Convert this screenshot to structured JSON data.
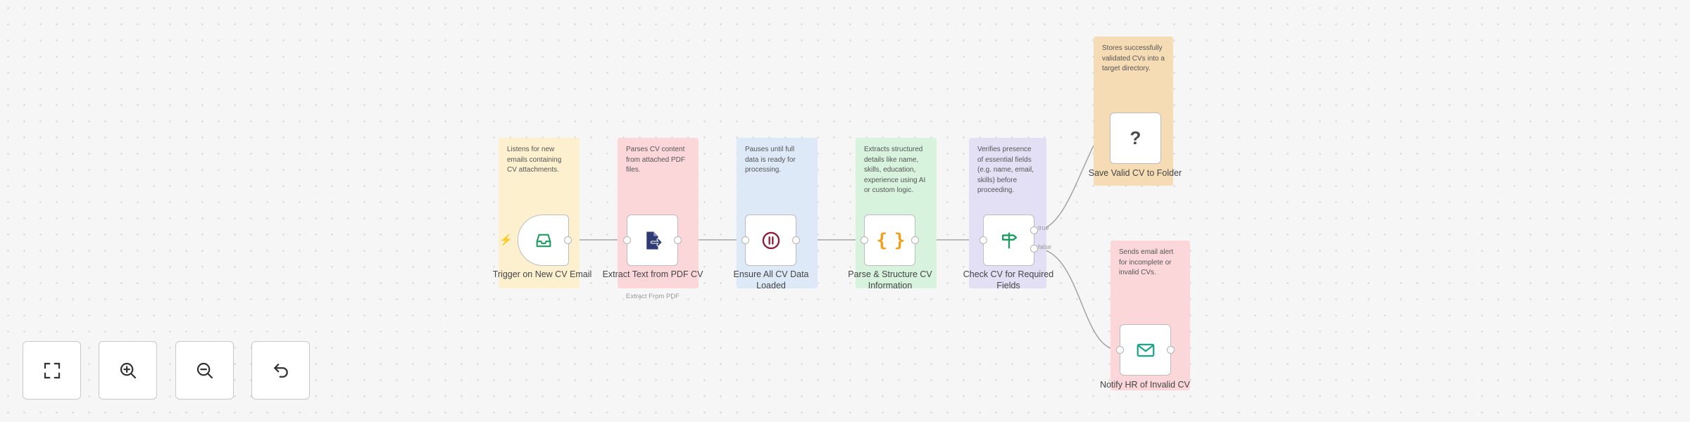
{
  "colors": {
    "yellow_note": "#fdf0cf",
    "red_note": "#fbd7da",
    "blue_note": "#dde9f7",
    "green_note": "#d7f2dd",
    "purple_note": "#e3e0f6",
    "orange_note": "#f6dcb4",
    "connection": "#a3a3a3",
    "trigger_accent": "#e05a5a"
  },
  "notes": [
    {
      "text": "Listens for new emails containing CV attachments."
    },
    {
      "text": "Parses CV content from attached PDF files."
    },
    {
      "text": "Pauses until full data is ready for processing."
    },
    {
      "text": "Extracts structured details like name, skills, education, experience using AI or custom logic."
    },
    {
      "text": "Verifies presence of essential fields (e.g. name, email, skills) before proceeding."
    },
    {
      "text": "Stores successfully validated CVs into a target directory."
    },
    {
      "text": "Sends email alert for incomplete or invalid CVs."
    }
  ],
  "nodes": [
    {
      "label": "Trigger on New CV Email",
      "icon": "inbox-icon"
    },
    {
      "label": "Extract Text from PDF CV",
      "subtitle": "Extract From PDF",
      "icon": "file-extract-icon"
    },
    {
      "label": "Ensure All CV Data Loaded",
      "icon": "pause-icon"
    },
    {
      "label": "Parse & Structure CV Information",
      "icon": "code-braces-icon",
      "glyph": "{ }"
    },
    {
      "label": "Check CV for Required Fields",
      "icon": "signpost-icon"
    },
    {
      "label": "Save Valid CV to Folder",
      "icon": "question-mark-icon",
      "glyph": "?"
    },
    {
      "label": "Notify HR of Invalid CV",
      "icon": "envelope-icon"
    }
  ],
  "branches": {
    "true_label": "true",
    "false_label": "false"
  },
  "toolbar": [
    {
      "name": "zoom-to-fit",
      "icon": "fullscreen-icon"
    },
    {
      "name": "zoom-in",
      "icon": "zoom-in-icon"
    },
    {
      "name": "zoom-out",
      "icon": "zoom-out-icon"
    },
    {
      "name": "undo",
      "icon": "undo-icon"
    }
  ]
}
